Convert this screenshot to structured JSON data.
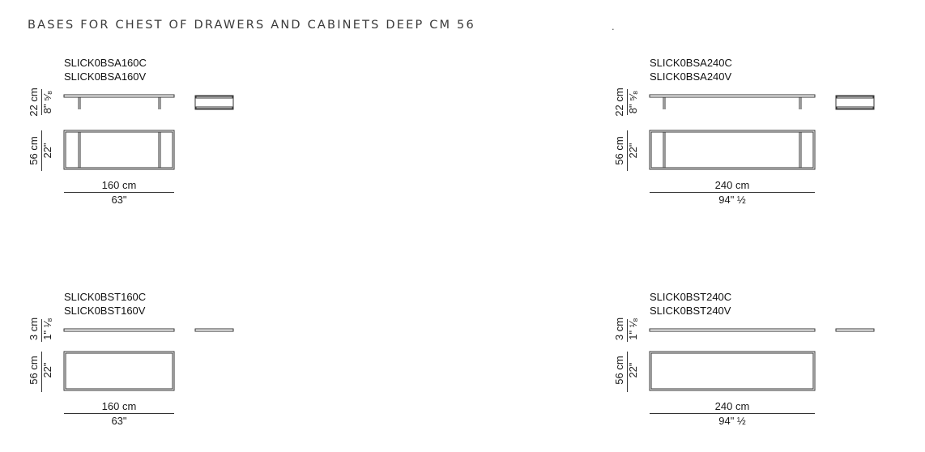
{
  "header": {
    "title": "BASES FOR CHEST OF DRAWERS AND CABINETS DEEP CM 56",
    "dot": "."
  },
  "products": [
    {
      "codes": [
        "SLICK0BSA160C",
        "SLICK0BSA160V"
      ],
      "height_cm": "22 cm",
      "height_in": "8\" ⁵⁄₈",
      "depth_cm": "56 cm",
      "depth_in": "22\"",
      "width_cm": "160 cm",
      "width_in": "63\""
    },
    {
      "codes": [
        "SLICK0BSA240C",
        "SLICK0BSA240V"
      ],
      "height_cm": "22 cm",
      "height_in": "8\" ⁵⁄₈",
      "depth_cm": "56 cm",
      "depth_in": "22\"",
      "width_cm": "240 cm",
      "width_in": "94\" ½"
    },
    {
      "codes": [
        "SLICK0BST160C",
        "SLICK0BST160V"
      ],
      "height_cm": "3 cm",
      "height_in": "1\" ¹⁄₈",
      "depth_cm": "56 cm",
      "depth_in": "22\"",
      "width_cm": "160 cm",
      "width_in": "63\""
    },
    {
      "codes": [
        "SLICK0BST240C",
        "SLICK0BST240V"
      ],
      "height_cm": "3 cm",
      "height_in": "1\" ¹⁄₈",
      "depth_cm": "56 cm",
      "depth_in": "22\"",
      "width_cm": "240 cm",
      "width_in": "94\" ½"
    }
  ]
}
